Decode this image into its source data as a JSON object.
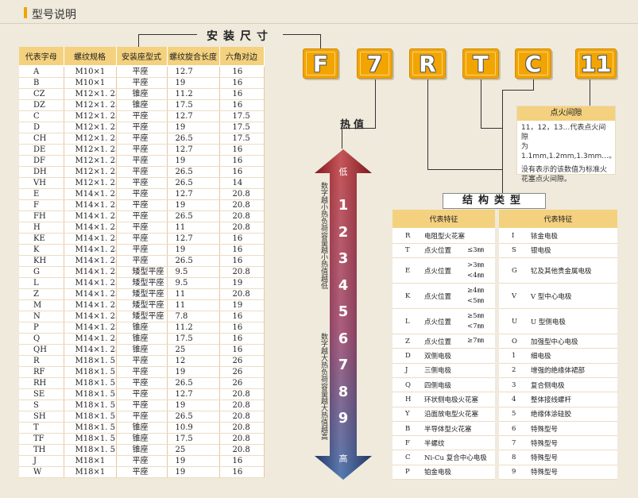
{
  "header": {
    "title": "型号说明"
  },
  "size_label": "安装尺寸",
  "heat_label": "热值",
  "code_boxes": [
    "F",
    "7",
    "R",
    "T",
    "C",
    "11"
  ],
  "left_table": {
    "headers": [
      "代表字母",
      "螺纹规格",
      "安装座型式",
      "螺纹旋合长度",
      "六角对边"
    ],
    "rows": [
      [
        "A",
        "M10×1",
        "平座",
        "12.7",
        "16"
      ],
      [
        "B",
        "M10×1",
        "平座",
        "19",
        "16"
      ],
      [
        "CZ",
        "M12×1. 25",
        "锥座",
        "11.2",
        "16"
      ],
      [
        "DZ",
        "M12×1. 25",
        "锥座",
        "17.5",
        "16"
      ],
      [
        "C",
        "M12×1. 25",
        "平座",
        "12.7",
        "17.5"
      ],
      [
        "D",
        "M12×1. 25",
        "平座",
        "19",
        "17.5"
      ],
      [
        "CH",
        "M12×1. 25",
        "平座",
        "26.5",
        "17.5"
      ],
      [
        "DE",
        "M12×1. 25",
        "平座",
        "12.7",
        "16"
      ],
      [
        "DF",
        "M12×1. 25",
        "平座",
        "19",
        "16"
      ],
      [
        "DH",
        "M12×1. 25",
        "平座",
        "26.5",
        "16"
      ],
      [
        "VH",
        "M12×1. 25",
        "平座",
        "26.5",
        "14"
      ],
      [
        "E",
        "M14×1. 25",
        "平座",
        "12.7",
        "20.8"
      ],
      [
        "F",
        "M14×1. 25",
        "平座",
        "19",
        "20.8"
      ],
      [
        "FH",
        "M14×1. 25",
        "平座",
        "26.5",
        "20.8"
      ],
      [
        "H",
        "M14×1. 25",
        "平座",
        "11",
        "20.8"
      ],
      [
        "KE",
        "M14×1. 25",
        "平座",
        "12.7",
        "16"
      ],
      [
        "K",
        "M14×1. 25",
        "平座",
        "19",
        "16"
      ],
      [
        "KH",
        "M14×1. 25",
        "平座",
        "26.5",
        "16"
      ],
      [
        "G",
        "M14×1. 25",
        "矮型平座",
        "9.5",
        "20.8"
      ],
      [
        "L",
        "M14×1. 25",
        "矮型平座",
        "9.5",
        "19"
      ],
      [
        "Z",
        "M14×1. 25",
        "矮型平座",
        "11",
        "20.8"
      ],
      [
        "M",
        "M14×1. 25",
        "矮型平座",
        "11",
        "19"
      ],
      [
        "N",
        "M14×1. 25",
        "矮型平座",
        "7.8",
        "16"
      ],
      [
        "P",
        "M14×1. 25",
        "锥座",
        "11.2",
        "16"
      ],
      [
        "Q",
        "M14×1. 25",
        "锥座",
        "17.5",
        "16"
      ],
      [
        "QH",
        "M14×1. 25",
        "锥座",
        "25",
        "16"
      ],
      [
        "R",
        "M18×1. 5",
        "平座",
        "12",
        "26"
      ],
      [
        "RF",
        "M18×1. 5",
        "平座",
        "19",
        "26"
      ],
      [
        "RH",
        "M18×1. 5",
        "平座",
        "26.5",
        "26"
      ],
      [
        "SE",
        "M18×1. 5",
        "平座",
        "12.7",
        "20.8"
      ],
      [
        "S",
        "M18×1. 5",
        "平座",
        "19",
        "20.8"
      ],
      [
        "SH",
        "M18×1. 5",
        "平座",
        "26.5",
        "20.8"
      ],
      [
        "T",
        "M18×1. 5",
        "锥座",
        "10.9",
        "20.8"
      ],
      [
        "TF",
        "M18×1. 5",
        "锥座",
        "17.5",
        "20.8"
      ],
      [
        "TH",
        "M18×1. 5",
        "锥座",
        "25",
        "20.8"
      ],
      [
        "J",
        "M18×1",
        "平座",
        "19",
        "16"
      ],
      [
        "W",
        "M18×1",
        "平座",
        "19",
        "16"
      ]
    ]
  },
  "arrow": {
    "top_label": "低",
    "bottom_label": "高",
    "numbers": [
      "1",
      "2",
      "3",
      "4",
      "5",
      "6",
      "7",
      "8",
      "9"
    ],
    "note_top": "数字越小热负荷容量越小热值越低",
    "note_bottom": "数字越大热负荷容量越大热值越高",
    "color_top": "#b31d1f",
    "color_bottom": "#1c4f96"
  },
  "gap_box": {
    "title": "点火间隙",
    "line1": "11，12，13…代表点火间隙",
    "line2": "为1.1mm,1.2mm,1.3mm…。",
    "line3": "没有表示的该数值为标准火",
    "line4": "花塞点火间隙。"
  },
  "struct": {
    "label": "结构类型",
    "left_header": "代表特征",
    "right_header": "代表特征",
    "left_rows": [
      {
        "code": "R",
        "desc": "电阻型火花塞",
        "sub": []
      },
      {
        "code": "T",
        "desc": "点火位置",
        "sub": [
          "≤3㎜"
        ]
      },
      {
        "code": "E",
        "desc": "点火位置",
        "sub": [
          ">3㎜",
          "<4㎜"
        ]
      },
      {
        "code": "K",
        "desc": "点火位置",
        "sub": [
          "≥4㎜",
          "<5㎜"
        ]
      },
      {
        "code": "L",
        "desc": "点火位置",
        "sub": [
          "≥5㎜",
          "<7㎜"
        ]
      },
      {
        "code": "Z",
        "desc": "点火位置",
        "sub": [
          "≥7㎜"
        ]
      },
      {
        "code": "D",
        "desc": "双侧电极",
        "sub": []
      },
      {
        "code": "J",
        "desc": "三侧电极",
        "sub": []
      },
      {
        "code": "Q",
        "desc": "四侧电级",
        "sub": []
      },
      {
        "code": "H",
        "desc": "环状侧电极火花塞",
        "sub": []
      },
      {
        "code": "Y",
        "desc": "沿面放电型火花塞",
        "sub": []
      },
      {
        "code": "B",
        "desc": "半导体型火花塞",
        "sub": []
      },
      {
        "code": "F",
        "desc": "半螺纹",
        "sub": []
      },
      {
        "code": "C",
        "desc": "Ni-Cu 复合中心电极",
        "sub": []
      },
      {
        "code": "P",
        "desc": "铂金电极",
        "sub": []
      }
    ],
    "right_rows": [
      {
        "code": "I",
        "desc": "铱金电极"
      },
      {
        "code": "S",
        "desc": "银电极"
      },
      {
        "code": "G",
        "desc": "钇及其他贵金属电极"
      },
      {
        "code": "V",
        "desc": "V 型中心电极"
      },
      {
        "code": "U",
        "desc": "U 型侧电极"
      },
      {
        "code": "O",
        "desc": "加强型中心电极"
      },
      {
        "code": "1",
        "desc": "细电极"
      },
      {
        "code": "2",
        "desc": "增强的绝缘体裙部"
      },
      {
        "code": "3",
        "desc": "复合侧电极"
      },
      {
        "code": "4",
        "desc": "整体接线螺杆"
      },
      {
        "code": "5",
        "desc": "绝缘体涂硅胶"
      },
      {
        "code": "6",
        "desc": "特殊型号"
      },
      {
        "code": "7",
        "desc": "特殊型号"
      },
      {
        "code": "8",
        "desc": "特殊型号"
      },
      {
        "code": "9",
        "desc": "特殊型号"
      }
    ]
  }
}
